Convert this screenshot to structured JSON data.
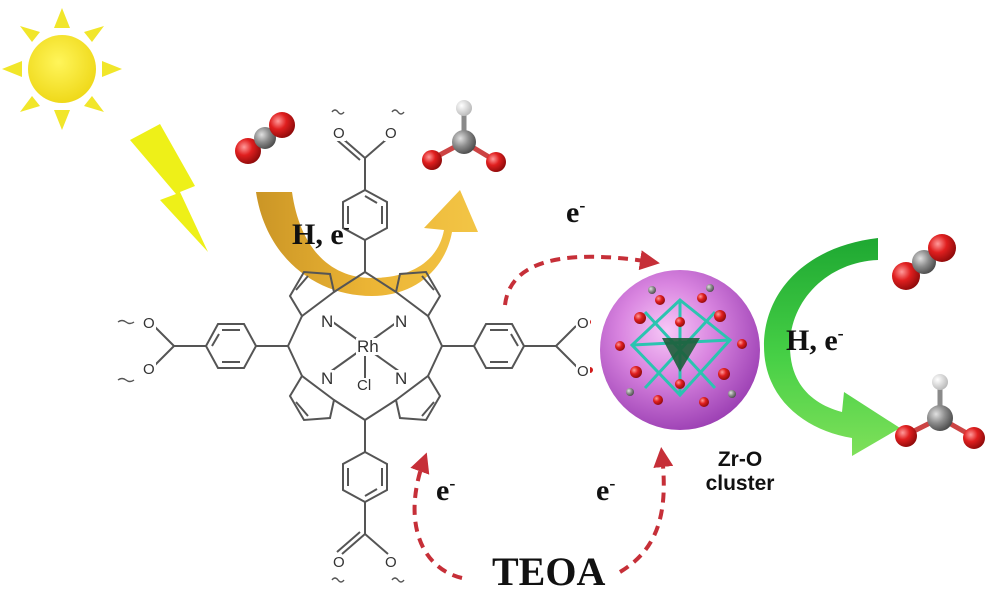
{
  "labels": {
    "h_e_left": "H, e",
    "h_e_right": "H, e",
    "electron": "e",
    "electron_sup": "-",
    "teoa": "TEOA",
    "zr_cluster_line1": "Zr-O",
    "zr_cluster_line2": "cluster"
  },
  "atoms": {
    "rh": "Rh",
    "cl": "Cl",
    "n": "N",
    "o": "O"
  },
  "colors": {
    "sun": "#f3e51c",
    "sun_rays": "#f1e62a",
    "lightning": "#eef018",
    "orange_arrow": "#e7ac1f",
    "green_arrow": "#3ec93a",
    "electron_path": "#c62f38",
    "cluster_sphere": "#c25bd6",
    "oxygen": "#d11b1b",
    "carbon": "#7a7a7a",
    "hydrogen": "#dddddd",
    "bond": "#555555"
  },
  "icons": [
    "sun-icon",
    "lightning-icon",
    "co2-molecule-icon",
    "formate-molecule-icon",
    "zr-o-cluster-icon"
  ]
}
